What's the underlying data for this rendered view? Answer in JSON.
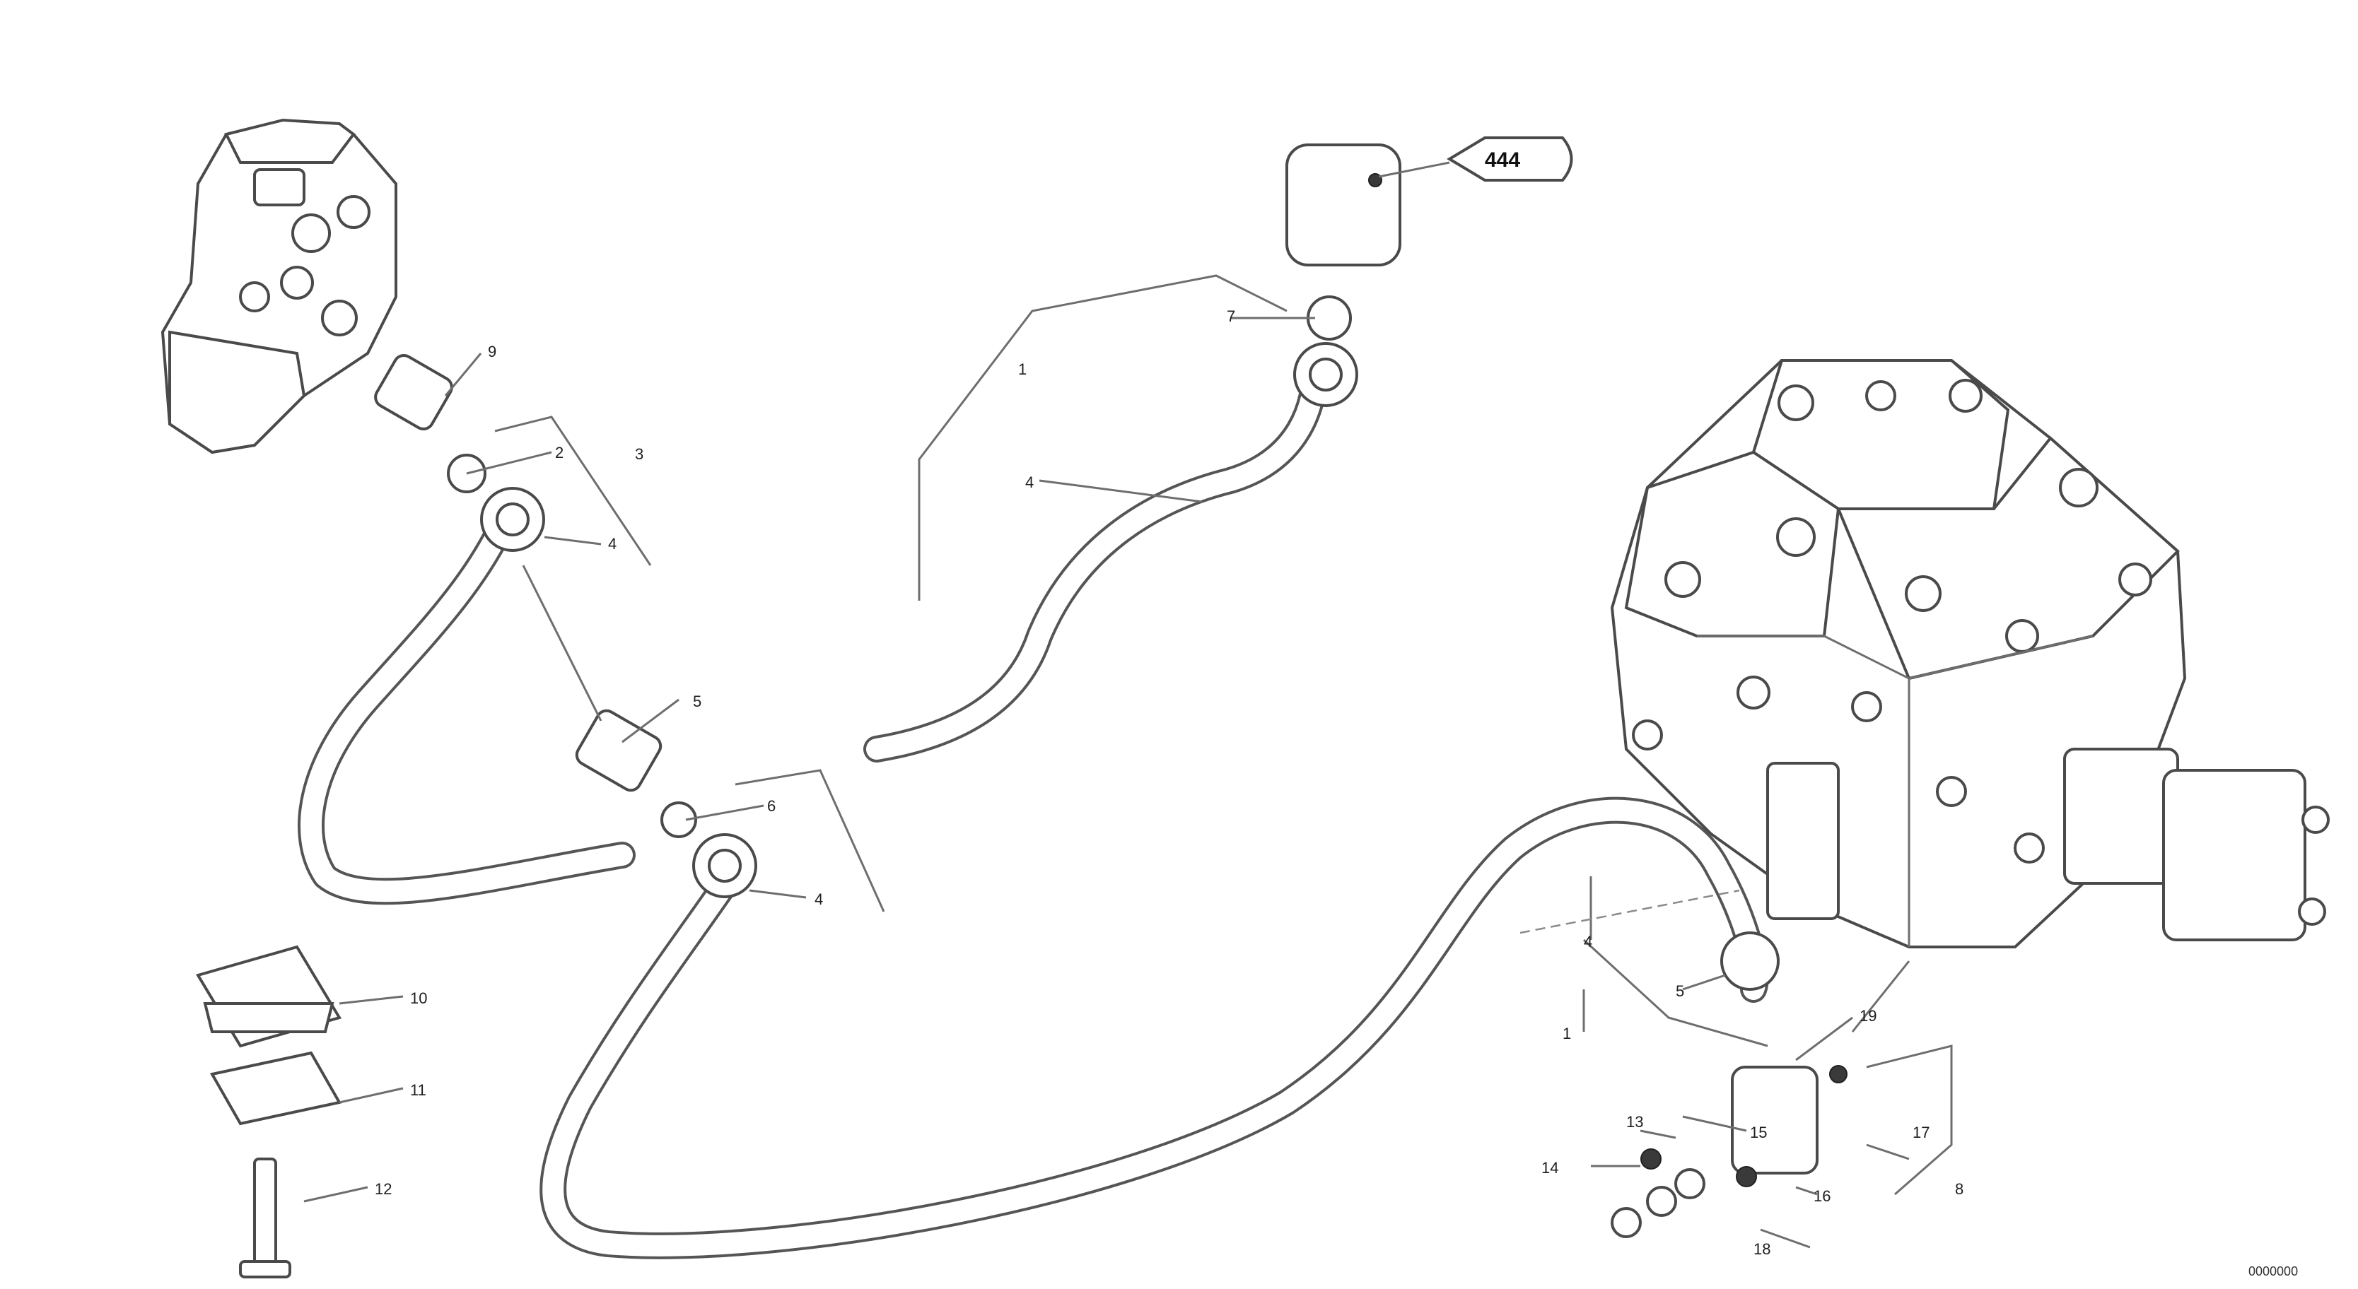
{
  "callouts": {
    "c_top1": "9",
    "c_tl1": "2",
    "c_tl2": "3",
    "c_tl3": "4",
    "c_mid1": "5",
    "c_mid2": "6",
    "c_mid3": "4",
    "c_upper1": "1",
    "c_upper2": "7",
    "c_upper3": "4",
    "c_right1": "1",
    "c_right2": "5",
    "c_right3": "4",
    "c_right4": "8",
    "c_left1": "10",
    "c_left2": "11",
    "c_left3": "12",
    "c_br1": "13",
    "c_br2": "14",
    "c_br3": "15",
    "c_br4": "16",
    "c_br5": "17",
    "c_br6": "18",
    "c_br7": "19"
  },
  "reference_tag": "444",
  "drawing_code": "0000000"
}
